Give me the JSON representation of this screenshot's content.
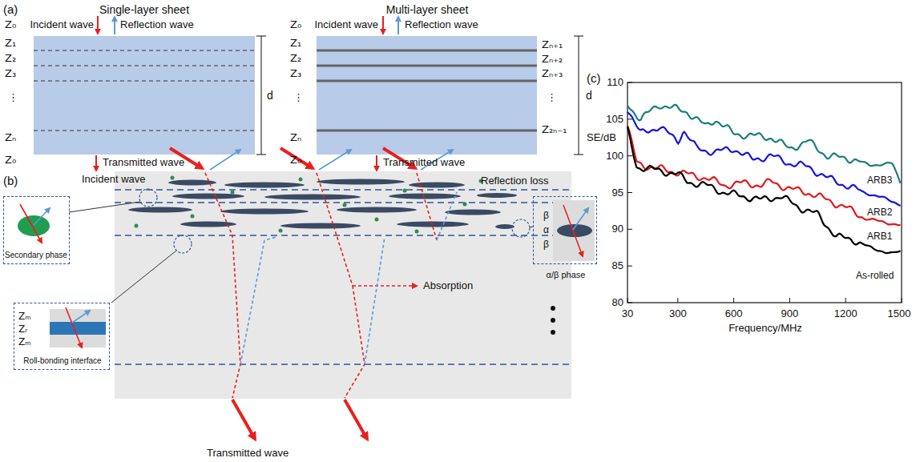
{
  "diagram": {
    "nodes": [
      {
        "text": [
          "Secondary phase"
        ]
      },
      {
        "text": [
          "Zₘ",
          "Zᵣ",
          "Zₘ",
          "Roll-bonding interface"
        ]
      },
      {
        "text": [
          "β",
          "α",
          "β",
          "α/β phase"
        ]
      }
    ],
    "labels": [
      "(a)",
      "Single-layer sheet",
      "Multi-layer sheet",
      "Z₀",
      "Incident wave",
      "Reflection wave",
      "Z₁",
      "Z₂",
      "Z₃",
      "⋮",
      "Zₙ",
      "d",
      "Z₀",
      "Transmitted wave",
      "Z₀",
      "Incident wave",
      "Reflection wave",
      "Z₁",
      "Z₂",
      "Z₃",
      "⋮",
      "Zₙ",
      "Zₙ₊₁",
      "Zₙ₊₂",
      "Zₙ₊₃",
      "⋮",
      "Z₂ₙ₋₁",
      "d",
      "Z₀",
      "Transmitted wave",
      "(b)",
      "Incident wave",
      "Reflection loss",
      "Absorption",
      "Transmitted wave",
      "(c)",
      "110",
      "105",
      "100",
      "95",
      "90",
      "85",
      "80",
      "30",
      "300",
      "600",
      "900",
      "1200",
      "1500",
      "SE/dB",
      "Frequency/MHz",
      "ARB3",
      "ARB2",
      "ARB1",
      "As-rolled"
    ]
  }
}
